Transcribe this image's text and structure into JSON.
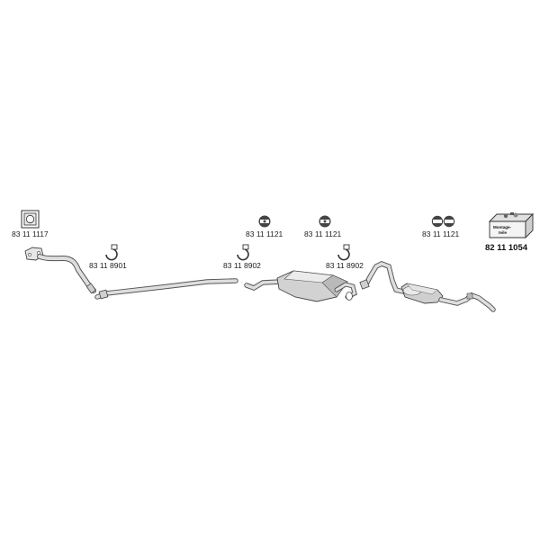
{
  "parts": {
    "gasket_front": "83 11 1117",
    "clamp_1": "83 11 8901",
    "clamp_2": "83 11 8902",
    "clamp_3": "83 11 8902",
    "rubber_1": "83 11 1121",
    "rubber_2": "83 11 1121",
    "rubber_3": "83 11 1121",
    "mounting_kit": "82 11 1054"
  },
  "kit_box_text": [
    "Montage-",
    "teile"
  ],
  "colors": {
    "pipe_fill": "#dedede",
    "pipe_stroke": "#555555",
    "muffler_fill": "#d0d0d0",
    "icon_stroke": "#333333",
    "rubber_dark": "#444444",
    "text": "#222222"
  }
}
